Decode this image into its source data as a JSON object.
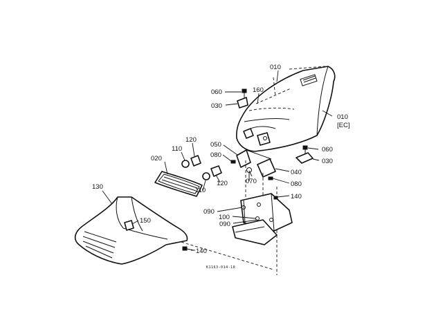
{
  "diagram": {
    "drawing_code": "K1163-014-10",
    "labels": [
      {
        "key": "010a",
        "text": "010"
      },
      {
        "key": "010b",
        "text": "010"
      },
      {
        "key": "ec",
        "text": "[EC]"
      },
      {
        "key": "160",
        "text": "160"
      },
      {
        "key": "060a",
        "text": "060"
      },
      {
        "key": "030a",
        "text": "030"
      },
      {
        "key": "060b",
        "text": "060"
      },
      {
        "key": "030b",
        "text": "030"
      },
      {
        "key": "050",
        "text": "050"
      },
      {
        "key": "080a",
        "text": "080"
      },
      {
        "key": "070",
        "text": "070"
      },
      {
        "key": "040",
        "text": "040"
      },
      {
        "key": "080b",
        "text": "080"
      },
      {
        "key": "140a",
        "text": "140"
      },
      {
        "key": "090a",
        "text": "090"
      },
      {
        "key": "100",
        "text": "100"
      },
      {
        "key": "090b",
        "text": "090"
      },
      {
        "key": "120a",
        "text": "120"
      },
      {
        "key": "110a",
        "text": "110"
      },
      {
        "key": "020",
        "text": "020"
      },
      {
        "key": "110b",
        "text": "110"
      },
      {
        "key": "120b",
        "text": "120"
      },
      {
        "key": "130",
        "text": "130"
      },
      {
        "key": "150",
        "text": "150"
      },
      {
        "key": "140b",
        "text": "140"
      }
    ]
  }
}
